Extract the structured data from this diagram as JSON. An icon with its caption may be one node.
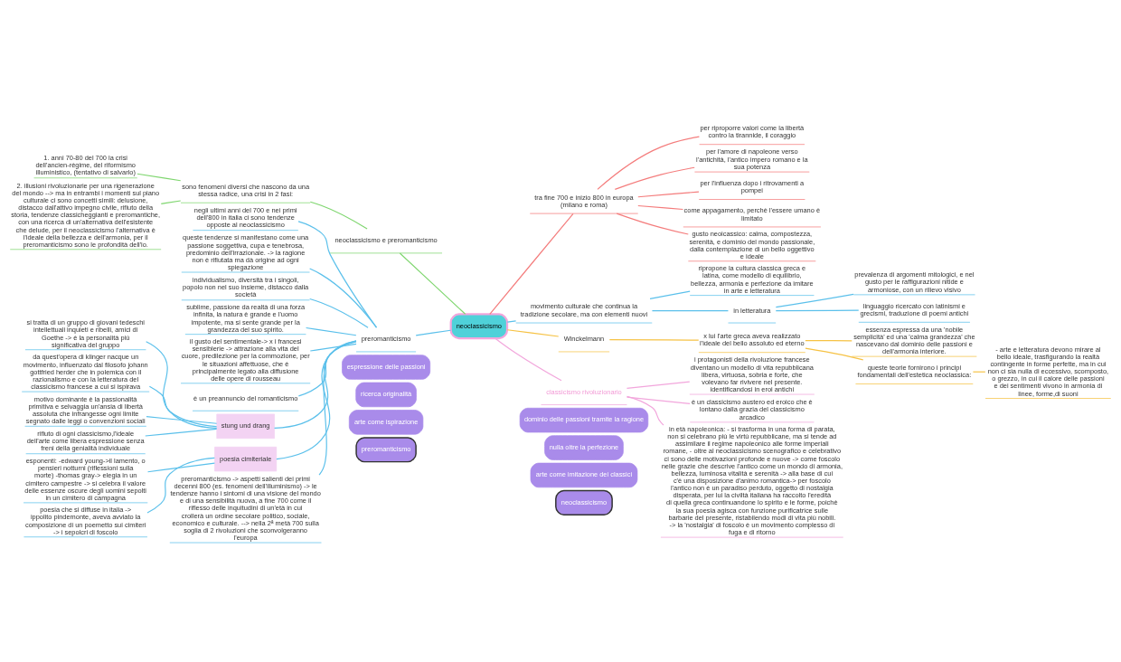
{
  "diagram": {
    "nodes": [
      {
        "text": [
          "preromanticismo"
        ]
      },
      {
        "text": [
          "neoclassicismo"
        ]
      },
      {
        "text": [
          "arte come ispirazione"
        ]
      },
      {
        "text": [
          "arte come imitazione dei classici"
        ]
      },
      {
        "text": [
          "ricerca originalità"
        ]
      },
      {
        "text": [
          "nulla oltre la perfezione"
        ]
      },
      {
        "text": [
          "espressione delle passioni"
        ]
      },
      {
        "text": [
          "dominio delle passioni tramite la ragione"
        ]
      },
      {
        "text": [
          "neoclassicismo"
        ]
      },
      {
        "text": [
          "neoclassicismo e preromanticismo"
        ]
      },
      {
        "text": [
          "sono fenomeni diversi che nascono da una stessa radice, una crisi in 2 fasi:"
        ]
      },
      {
        "text": [
          "1. anni 70-80 del 700 la crisi dell'ancien-règime, del riformismo illuministico, (tentativo di salvarlo)"
        ]
      },
      {
        "text": [
          "2. illusioni rivoluzionarie per una rigenerazione del mondo --> ma in entrambi i momenti sul piano culturale ci sono concetti simili: delusione, distacco dall'attivo impegno civile, rifiuto della storia, tendenze classicheggianti e preromantiche, con una ricerca di un'alternativa dell'esistente che delude, per il neoclassicismo l'alternativa è l'ideale della bellezza e dell'armonia, per il preromanticismo sono le profondità dell'io."
        ]
      },
      {
        "text": [
          "preromanticismo"
        ]
      },
      {
        "text": [
          "negli ultimi anni del 700 e nei primi dell'800 in italia ci sono tendenze opposte al neoclassicismo"
        ]
      },
      {
        "text": [
          "queste tendenze si manifestano come una passione soggettiva, cupa e tenebrosa, predominio dell'irrazionale. -> la ragione non è rifiutata ma dà origine ad ogni spiegazione"
        ]
      },
      {
        "text": [
          "individualismo, diversità tra i singoli, popolo non nel suo insieme, distacco dalla società"
        ]
      },
      {
        "text": [
          "sublime, passione da realtà di una forza infinita, la natura è grande e l'uomo impotente, ma si sente grande per la grandezza del suo spirito."
        ]
      },
      {
        "text": [
          "il gusto del sentimentale-> x i francesi sensiblerie -> attrazione alla vita del cuore, predilezione per la commozione, per le situazioni affettuose, che è principalmente legato alla diffusione delle opere di rousseau"
        ]
      },
      {
        "text": [
          "è un preannuncio del romanticismo"
        ]
      },
      {
        "text": [
          "stung und drang"
        ]
      },
      {
        "text": [
          "si tratta di un gruppo di giovani tedeschi intellettuali inquieti e ribelli, amici di Goethe -> è la personalità più significativa del gruppo"
        ]
      },
      {
        "text": [
          "da quest'opera di klinger nacque un movimento, influenzato dal filosofo johann gottfried herder che in polemica con il razionalismo e con la letteratura del classicismo francese a cui si ispirava"
        ]
      },
      {
        "text": [
          "motivo dominante è la passionalità primitiva e selvaggia un'ansia di libertà assoluta che infrangesse ogni limite segnato dalle leggi o convenzioni sociali"
        ]
      },
      {
        "text": [
          "rifiuto di ogni classicismo,l'ideale dell'arte come libera espressione senza freni della genialità individuale"
        ]
      },
      {
        "text": [
          "poesia cimiteriale"
        ]
      },
      {
        "text": [
          "esponenti: -edward young->il lamento, o pensieri notturni (riflessioni sulla morte) -thomas gray-> elegia in un cimitero campestre -> si celebra il valore delle essenze oscure degli uomini sepolti in un cimitero di campagna"
        ]
      },
      {
        "text": [
          "poesia che si diffuse in italia -> ippolito pindemonte, aveva avviato la composizione di un poemetto sui cimiteri -> i sepolcri di foscolo"
        ]
      },
      {
        "text": [
          "preromanticismo -> aspetti salienti dei primi decenni 800 (es. fenomeni dell'illuminismo) -> le tendenze hanno i sintomi di una visione del mondo e di una sensibilità nuova, a fine 700 come il riflesso delle inquitudini di un'età in cui crollerà un ordine secolare politico, sociale, economico e culturale. --> nella 2ª metà 700 sulla soglia di 2 rivoluzioni che sconvolgeranno l'europa"
        ]
      },
      {
        "text": [
          "tra fine 700 e inizio 800 in europa (milano e roma)"
        ]
      },
      {
        "text": [
          "per riproporre valori come la libertà contro la tirannide, il coraggio"
        ]
      },
      {
        "text": [
          "per l'amore di napoleone verso l'antichità, l'antico impero romano e la sua potenza"
        ]
      },
      {
        "text": [
          "per l'influenza dopo i ritrovamenti a pompei"
        ]
      },
      {
        "text": [
          "come appagamento, perchè l'essere umano è limitato"
        ]
      },
      {
        "text": [
          "gusto neoicassico: calma, compostezza, serenità, e dominio del mondo passionale, dalla contemplazione di un bello oggettivo e ideale"
        ]
      },
      {
        "text": [
          "movimento culturale che continua la tradizione secolare, ma con elementi nuovi"
        ]
      },
      {
        "text": [
          "ripropone la cultura classica greca e latina, come modello di equilibrio, bellezza, armonia e perfezione da imitare in arte e letteratura"
        ]
      },
      {
        "text": [
          "in letteratura"
        ]
      },
      {
        "text": [
          "prevalenza di argomenti mitologici, e nel gusto per le raffigurazioni nitide e armoniose, con un rilievo visivo"
        ]
      },
      {
        "text": [
          "linguaggio ricercato con latinismi e grecismi, traduzione di poemi antichi"
        ]
      },
      {
        "text": [
          "Winckelmann"
        ]
      },
      {
        "text": [
          "x lui l'arte greca aveva realizzato l'ideale del bello assoluto ed eterno"
        ]
      },
      {
        "text": [
          "essenza espressa da una 'nobile semplicità' ed una 'calma grandezza' che nascevano dal dominio delle passioni e dell'armonia interiore."
        ]
      },
      {
        "text": [
          "queste teorie fornirono i principi fondamentali dell'estetica neoclassica:"
        ]
      },
      {
        "text": [
          "- arte e letteratura devono mirare al bello ideale, trasfigurando la realtà contingente in forme perfette, ma in cui non ci sia nulla di eccessivo, scomposto, o grezzo, in cui il calore delle passioni e dei sentimenti vivono in armonia di linee, forme,di suoni"
        ]
      },
      {
        "text": [
          "classicismo rivoluzionario"
        ]
      },
      {
        "text": [
          "i protagonisti della rivoluzione francese diventano un modello di vita repubblicana libera, virtuosa, sobria e forte, che volevano far rivivere nel presente. identificandosi in eroi antichi"
        ]
      },
      {
        "text": [
          "è un classicismo austero ed eroico che è lontano dalla grazia del classicismo arcadico"
        ]
      },
      {
        "text": [
          "in età napoleonica: - si trasforma in una forma di parata, non si celebrano più le virtù repubblicane, ma si tende ad assimilare il regime napoleonico alle forme imperiali romane, - oltre al neoclassicismo scenografico e celebrativo ci sono delle motivazioni profonde e nuove -> come foscolo nelle grazie che descrive l'antico come un mondo di armonia, bellezza, luminosa vitalità e serenità -> alla base di cui c'è una disposizione d'animo romantica-> per foscolo l'antico non è un paradiso perduto, oggetto di nostalgia disperata, per lui la civiltà italiana ha raccolto l'eredità di quella greca continuandone lo spirito e le forme, poichè la sua poesia agisca con funzione purificatrice sulle barbarie del presente, ristabilendo modi di vita più nobili. -> la 'nostalgia' di foscolo è un movimento complesso di fuga e di ritorno"
        ]
      }
    ],
    "edges": [
      {
        "from": 8,
        "to": 9,
        "arrow": "none",
        "color": "#7fd66f"
      },
      {
        "from": 9,
        "to": 10,
        "arrow": "none",
        "color": "#7fd66f"
      },
      {
        "from": 10,
        "to": 11,
        "arrow": "none",
        "color": "#7fd66f"
      },
      {
        "from": 10,
        "to": 12,
        "arrow": "none",
        "color": "#7fd66f"
      },
      {
        "from": 8,
        "to": 13,
        "arrow": "none"
      },
      {
        "from": 13,
        "to": 14,
        "arrow": "none"
      },
      {
        "from": 13,
        "to": 15,
        "arrow": "none"
      },
      {
        "from": 13,
        "to": 16,
        "arrow": "none"
      },
      {
        "from": 13,
        "to": 17,
        "arrow": "none"
      },
      {
        "from": 13,
        "to": 18,
        "arrow": "none"
      },
      {
        "from": 13,
        "to": 19,
        "arrow": "none"
      },
      {
        "from": 13,
        "to": 20,
        "arrow": "none"
      },
      {
        "from": 20,
        "to": 21,
        "arrow": "none"
      },
      {
        "from": 20,
        "to": 22,
        "arrow": "none"
      },
      {
        "from": 20,
        "to": 23,
        "arrow": "none"
      },
      {
        "from": 20,
        "to": 24,
        "arrow": "none"
      },
      {
        "from": 13,
        "to": 25,
        "arrow": "none"
      },
      {
        "from": 25,
        "to": 26,
        "arrow": "none"
      },
      {
        "from": 25,
        "to": 27,
        "arrow": "none"
      },
      {
        "from": 13,
        "to": 28,
        "arrow": "none"
      },
      {
        "from": 8,
        "to": 29,
        "arrow": "none",
        "color": "#f47c7c"
      },
      {
        "from": 29,
        "to": 30,
        "arrow": "none",
        "color": "#f47c7c"
      },
      {
        "from": 29,
        "to": 31,
        "arrow": "none",
        "color": "#f47c7c"
      },
      {
        "from": 29,
        "to": 32,
        "arrow": "none",
        "color": "#f47c7c"
      },
      {
        "from": 29,
        "to": 33,
        "arrow": "none",
        "color": "#f47c7c"
      },
      {
        "from": 29,
        "to": 34,
        "arrow": "none",
        "color": "#f47c7c"
      },
      {
        "from": 8,
        "to": 35,
        "arrow": "none"
      },
      {
        "from": 35,
        "to": 36,
        "arrow": "none"
      },
      {
        "from": 35,
        "to": 37,
        "arrow": "none"
      },
      {
        "from": 37,
        "to": 38,
        "arrow": "none"
      },
      {
        "from": 37,
        "to": 39,
        "arrow": "none"
      },
      {
        "from": 8,
        "to": 40,
        "arrow": "none",
        "color": "#f6c244"
      },
      {
        "from": 40,
        "to": 41,
        "arrow": "none",
        "color": "#f6c244"
      },
      {
        "from": 41,
        "to": 42,
        "arrow": "none",
        "color": "#f6c244"
      },
      {
        "from": 41,
        "to": 43,
        "arrow": "none",
        "color": "#f6c244"
      },
      {
        "from": 43,
        "to": 44,
        "arrow": "none",
        "color": "#f6c244"
      },
      {
        "from": 8,
        "to": 45,
        "arrow": "none",
        "color": "#f2a6dc"
      },
      {
        "from": 45,
        "to": 46,
        "arrow": "none",
        "color": "#f2a6dc"
      },
      {
        "from": 45,
        "to": 47,
        "arrow": "none",
        "color": "#f2a6dc"
      },
      {
        "from": 45,
        "to": 48,
        "arrow": "none",
        "color": "#f2a6dc"
      }
    ]
  }
}
